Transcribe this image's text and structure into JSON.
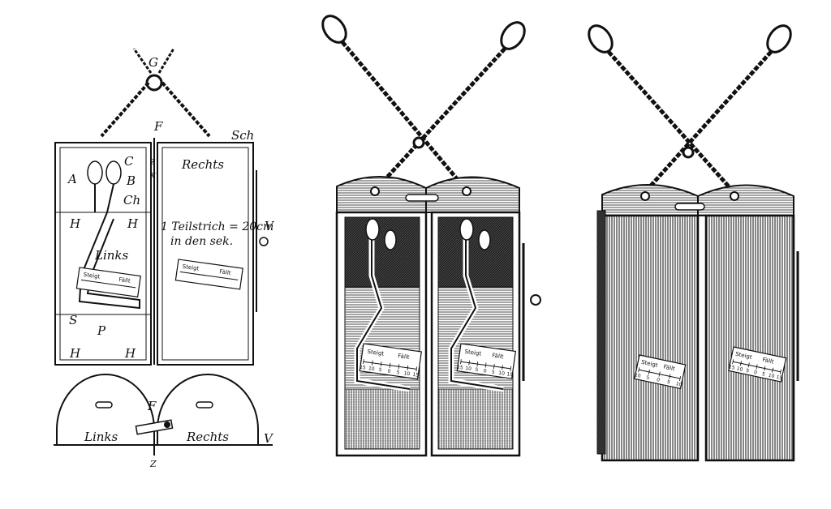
{
  "figure_left": {
    "labels": {
      "G": "G",
      "F": "F",
      "Sch": "Sch",
      "Z": "Z",
      "K": "K",
      "A": "A",
      "C": "C",
      "B": "B",
      "Ch": "Ch",
      "H": "H",
      "V": "V",
      "S": "S",
      "P": "P",
      "links": "Links",
      "rechts": "Rechts"
    },
    "note_line1": "1 Teilstrich = 20cm",
    "note_line2": "in den sek.",
    "scale_left": {
      "steigt": "Steigt",
      "fällt": "Fällt"
    },
    "scale_right": {
      "steigt": "Steigt",
      "fällt": "Fällt"
    },
    "bottom": {
      "links": "Links",
      "rechts": "Rechts",
      "F": "F",
      "V": "V",
      "Z": "Z"
    }
  },
  "figure_middle": {
    "scale_left": {
      "steigt": "Steigt",
      "fällt": "Fällt",
      "numbers": [
        "15",
        "10",
        "5",
        "0",
        "5",
        "10",
        "15"
      ]
    },
    "scale_right": {
      "steigt": "Steigt",
      "fällt": "Fällt",
      "numbers": [
        "15",
        "10",
        "5",
        "0",
        "5",
        "10",
        "15"
      ]
    }
  },
  "figure_right": {
    "scale_left": {
      "steigt": "Steigt",
      "fällt": "Fällt",
      "numbers": [
        "10",
        "5",
        "0",
        "5",
        "10"
      ]
    },
    "scale_right": {
      "steigt": "Steigt",
      "fällt": "Fällt",
      "numbers": [
        "15",
        "10",
        "5",
        "0",
        "5",
        "10",
        "15"
      ]
    }
  }
}
